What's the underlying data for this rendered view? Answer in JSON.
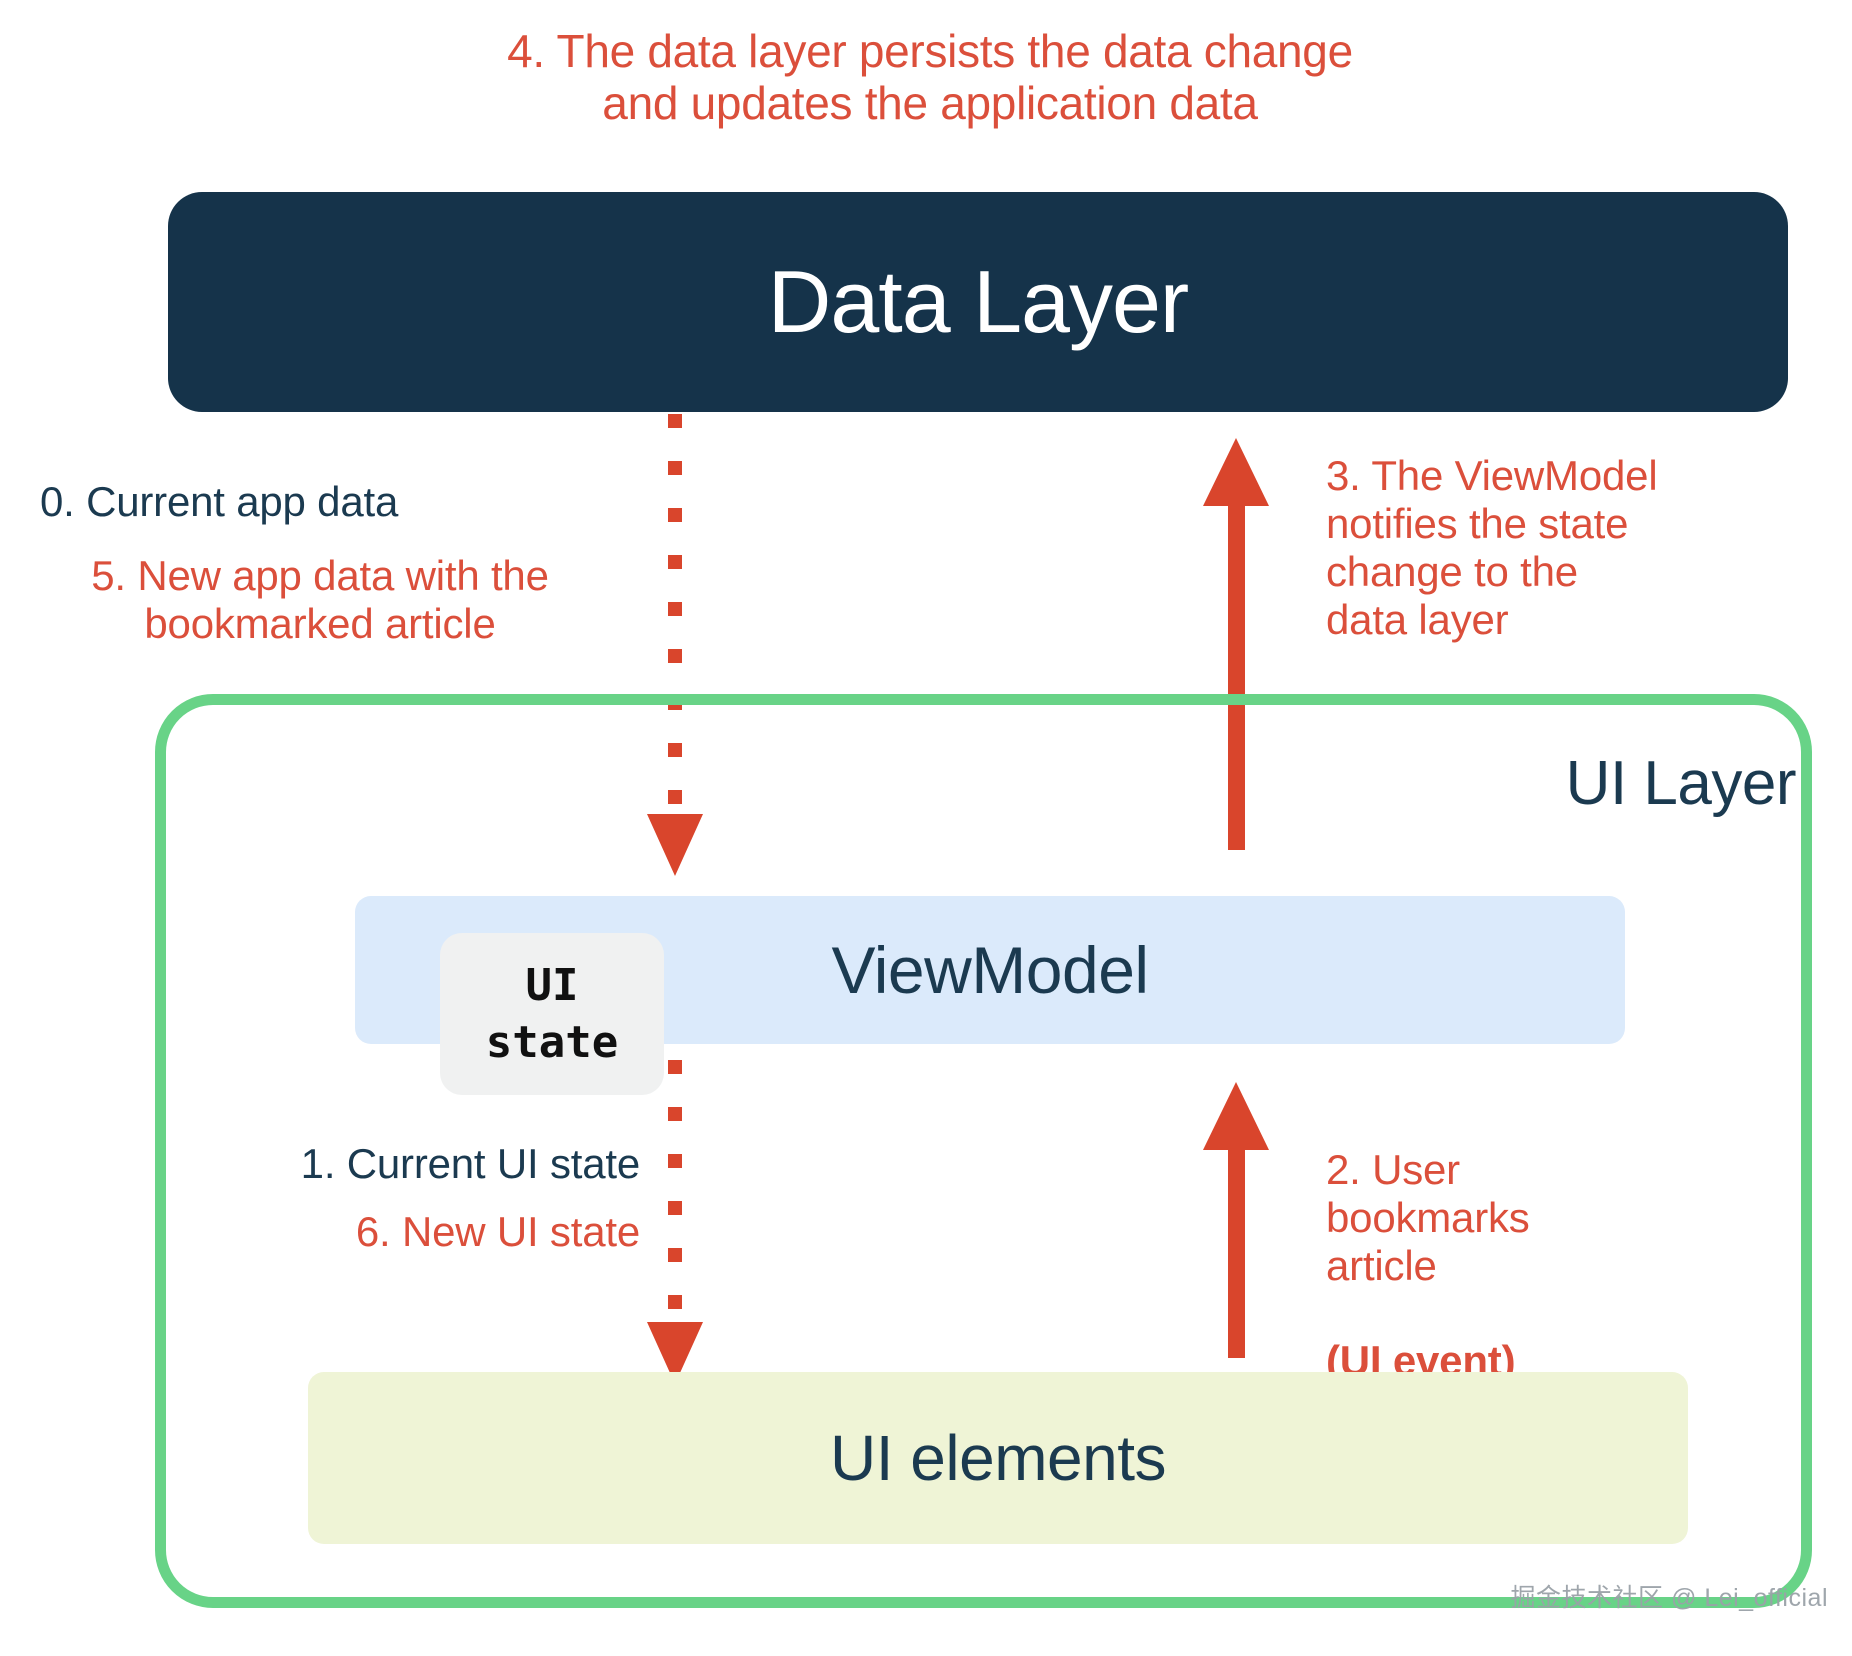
{
  "diagram": {
    "title_caption": "4. The data layer persists the data change\nand updates the application data",
    "data_layer": {
      "title": "Data Layer",
      "bg_color": "#15334a",
      "text_color": "#ffffff"
    },
    "ui_layer": {
      "title": "UI Layer",
      "border_color": "#68d387",
      "text_color": "#1b3a50"
    },
    "viewmodel": {
      "title": "ViewModel",
      "bg_color": "#dbeafb",
      "text_color": "#1b3a50"
    },
    "ui_state_chip": {
      "line1": "UI",
      "line2": "state",
      "bg_color": "#f0f1f1",
      "text_color": "#111111"
    },
    "ui_elements": {
      "title": "UI elements",
      "bg_color": "#eff4d6",
      "text_color": "#1b3a50"
    },
    "labels": {
      "step0": "0. Current app data",
      "step5": "5. New app data with the\nbookmarked article",
      "step1": "1. Current UI state",
      "step6": "6. New UI state",
      "step3": "3. The ViewModel\nnotifies the state\nchange to the\ndata layer",
      "step2_plain": "2. User\nbookmarks\narticle\n",
      "step2_bold": "(UI event)"
    },
    "arrows": {
      "data_to_viewmodel": "dotted-arrow-down",
      "viewmodel_to_ui_elements": "dotted-arrow-down",
      "viewmodel_to_data_layer": "solid-arrow-up",
      "ui_elements_to_viewmodel": "solid-arrow-up",
      "color": "#d9452c"
    },
    "watermark": "掘金技术社区 @ Lei_official",
    "colors": {
      "accent_red": "#db4f3b",
      "arrow_red": "#d9452c",
      "navy": "#15334a",
      "green": "#68d387",
      "blue": "#dbeafb",
      "olive": "#eff4d6"
    }
  }
}
